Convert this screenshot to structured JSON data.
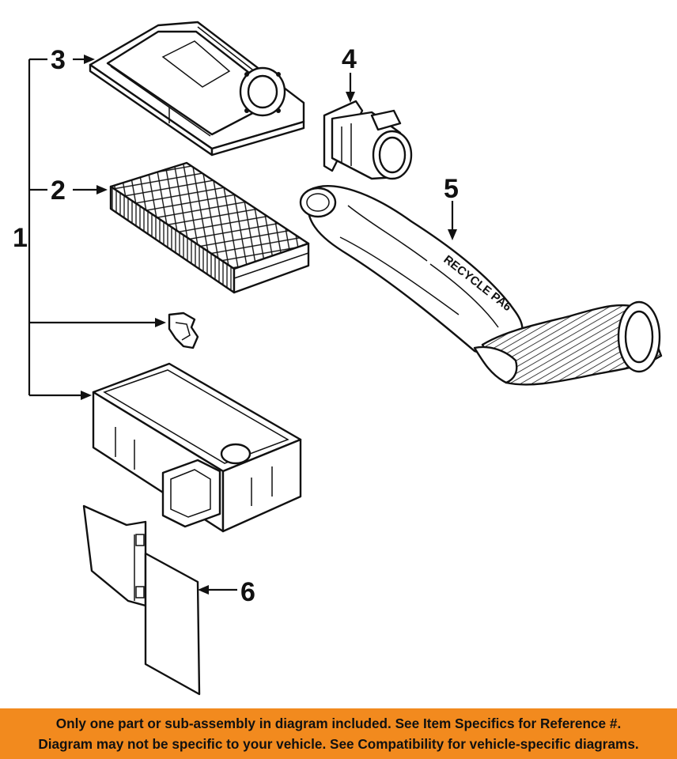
{
  "callouts": {
    "c1": "1",
    "c2": "2",
    "c3": "3",
    "c4": "4",
    "c5": "5",
    "c6": "6"
  },
  "hose_marking": "RECYCLE PA6",
  "footer": {
    "line1": "Only one part or sub-assembly in diagram included. See Item Specifics for Reference #.",
    "line2": "Diagram may not be specific to your vehicle. See Compatibility for vehicle-specific diagrams."
  },
  "colors": {
    "banner": "#f28a1e",
    "ink": "#111111"
  }
}
